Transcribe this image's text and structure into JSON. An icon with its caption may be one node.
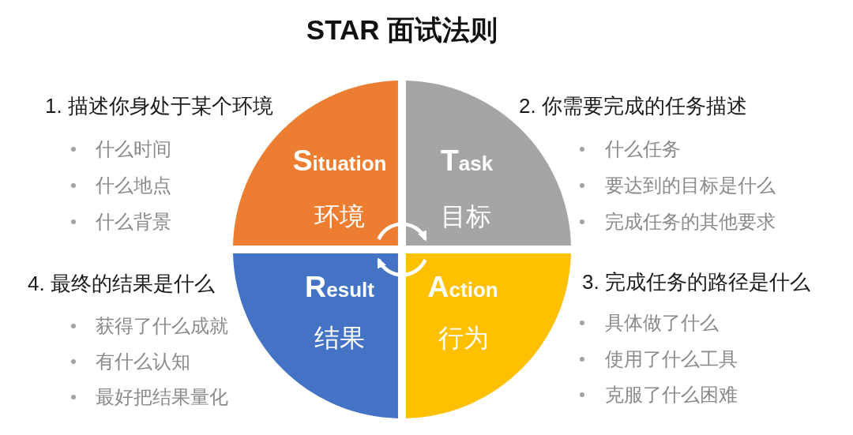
{
  "diagram": {
    "title": "STAR 面试法则",
    "nodes": [
      {
        "text": [
          "Situation",
          "环境"
        ],
        "beside": [
          "1. 描述你身处于某个环境",
          "什么时间",
          "什么地点",
          "什么背景"
        ]
      },
      {
        "text": [
          "Task",
          "目标"
        ],
        "beside": [
          "2. 你需要完成的任务描述",
          "什么任务",
          "要达到的目标是什么",
          "完成任务的其他要求"
        ]
      },
      {
        "text": [
          "Result",
          "结果"
        ],
        "beside": [
          "4. 最终的结果是什么",
          "获得了什么成就",
          "有什么认知",
          "最好把结果量化"
        ]
      },
      {
        "text": [
          "Action",
          "行为"
        ],
        "beside": [
          "3. 完成任务的路径是什么",
          "具体做了什么",
          "使用了什么工具",
          "克服了什么困难"
        ]
      }
    ],
    "edges": [
      {
        "from": 0,
        "to": 1,
        "arrow": "to"
      },
      {
        "from": 3,
        "to": 2,
        "arrow": "to"
      }
    ]
  }
}
